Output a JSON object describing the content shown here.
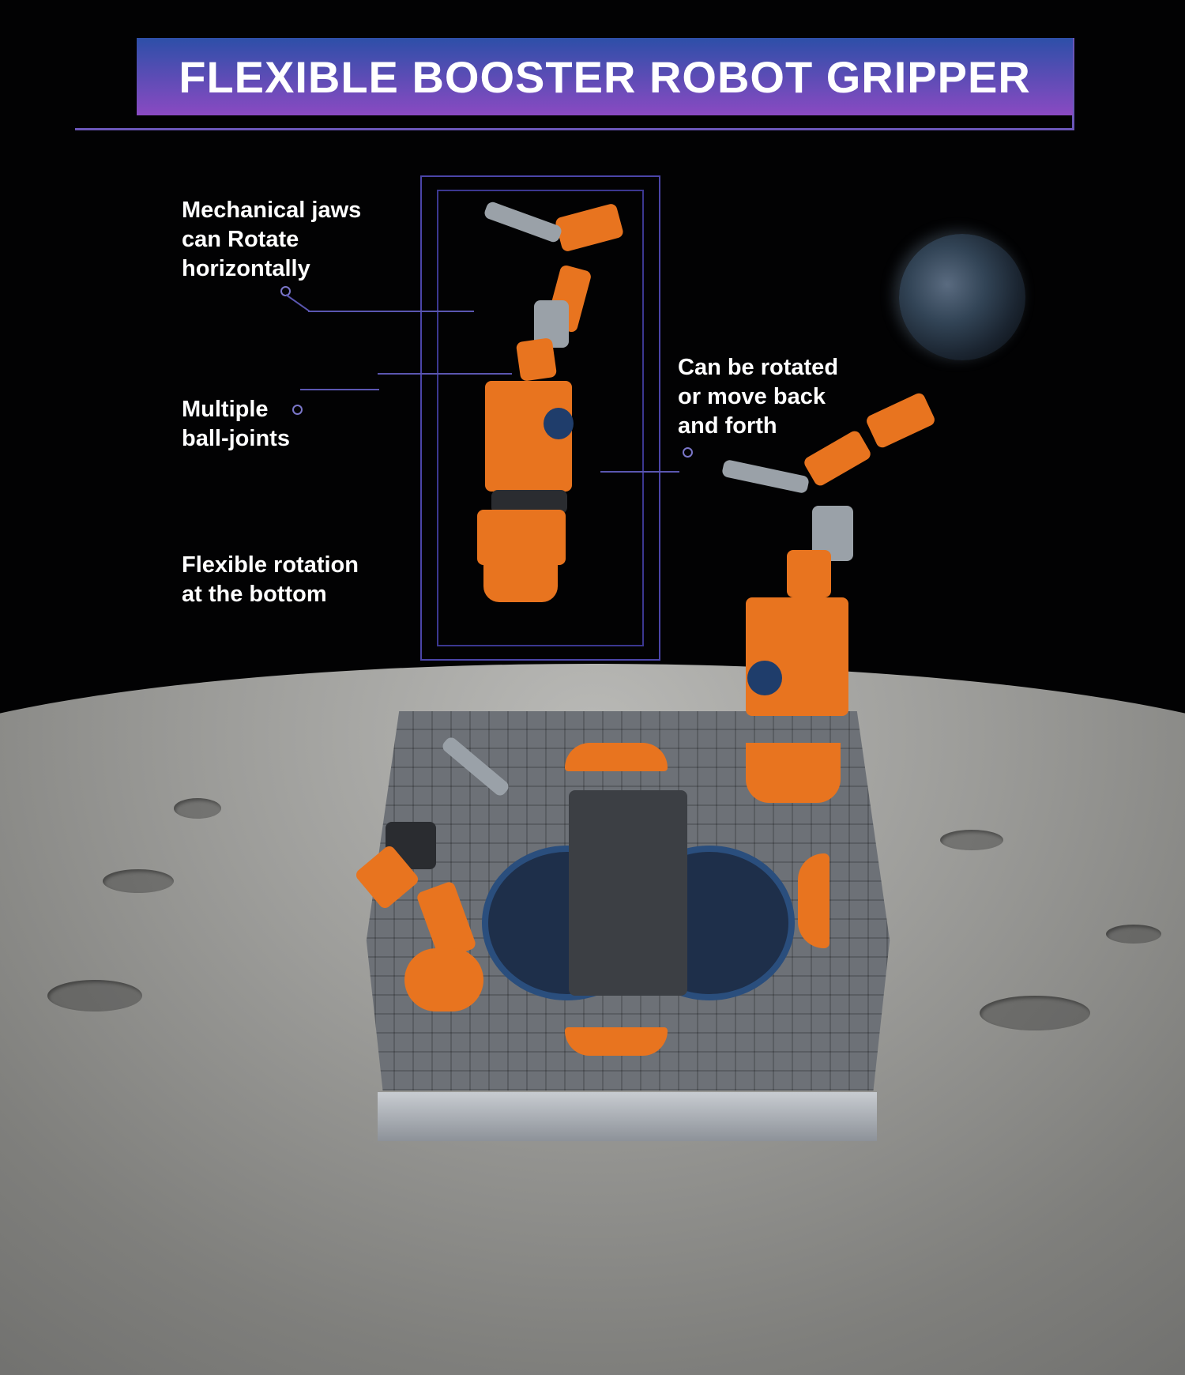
{
  "banner": {
    "title": "FLEXIBLE BOOSTER ROBOT GRIPPER",
    "gradient_top": "#2d4fa8",
    "gradient_bottom": "#8a4ac2",
    "frame_color": "#6a56b8"
  },
  "callouts": [
    {
      "id": "jaws",
      "lines": [
        "Mechanical jaws",
        "can Rotate",
        "horizontally"
      ]
    },
    {
      "id": "ball_joints",
      "lines": [
        "Multiple",
        "ball-joints"
      ]
    },
    {
      "id": "rotation_bottom",
      "lines": [
        "Flexible rotation",
        "at the bottom"
      ]
    },
    {
      "id": "rotate_move",
      "lines": [
        "Can be rotated",
        "or move back",
        "and forth"
      ]
    }
  ],
  "colors": {
    "accent_orange": "#e8741f",
    "hud_purple": "#4b45a8",
    "text": "#ffffff"
  }
}
